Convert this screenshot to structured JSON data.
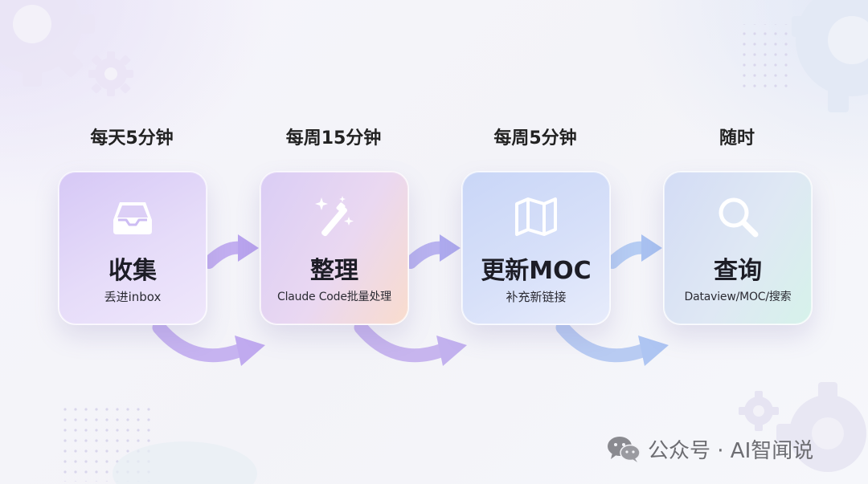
{
  "steps": [
    {
      "frequency": "每天5分钟",
      "title": "收集",
      "description": "丢进inbox",
      "icon": "inbox-tray-icon"
    },
    {
      "frequency": "每周15分钟",
      "title": "整理",
      "description": "Claude Code批量处理",
      "icon": "magic-wand-icon"
    },
    {
      "frequency": "每周5分钟",
      "title": "更新MOC",
      "description": "补充新链接",
      "icon": "map-icon"
    },
    {
      "frequency": "随时",
      "title": "查询",
      "description": "Dataview/MOC/搜索",
      "icon": "search-icon"
    }
  ],
  "watermark": {
    "text": "公众号 · AI智闻说",
    "icon": "wechat-logo-icon"
  },
  "colors": {
    "arrow_purple": "#b9a4ee",
    "arrow_blue": "#a9c2f1",
    "icon_white": "#ffffff",
    "watermark_gray": "#6d6d72"
  }
}
